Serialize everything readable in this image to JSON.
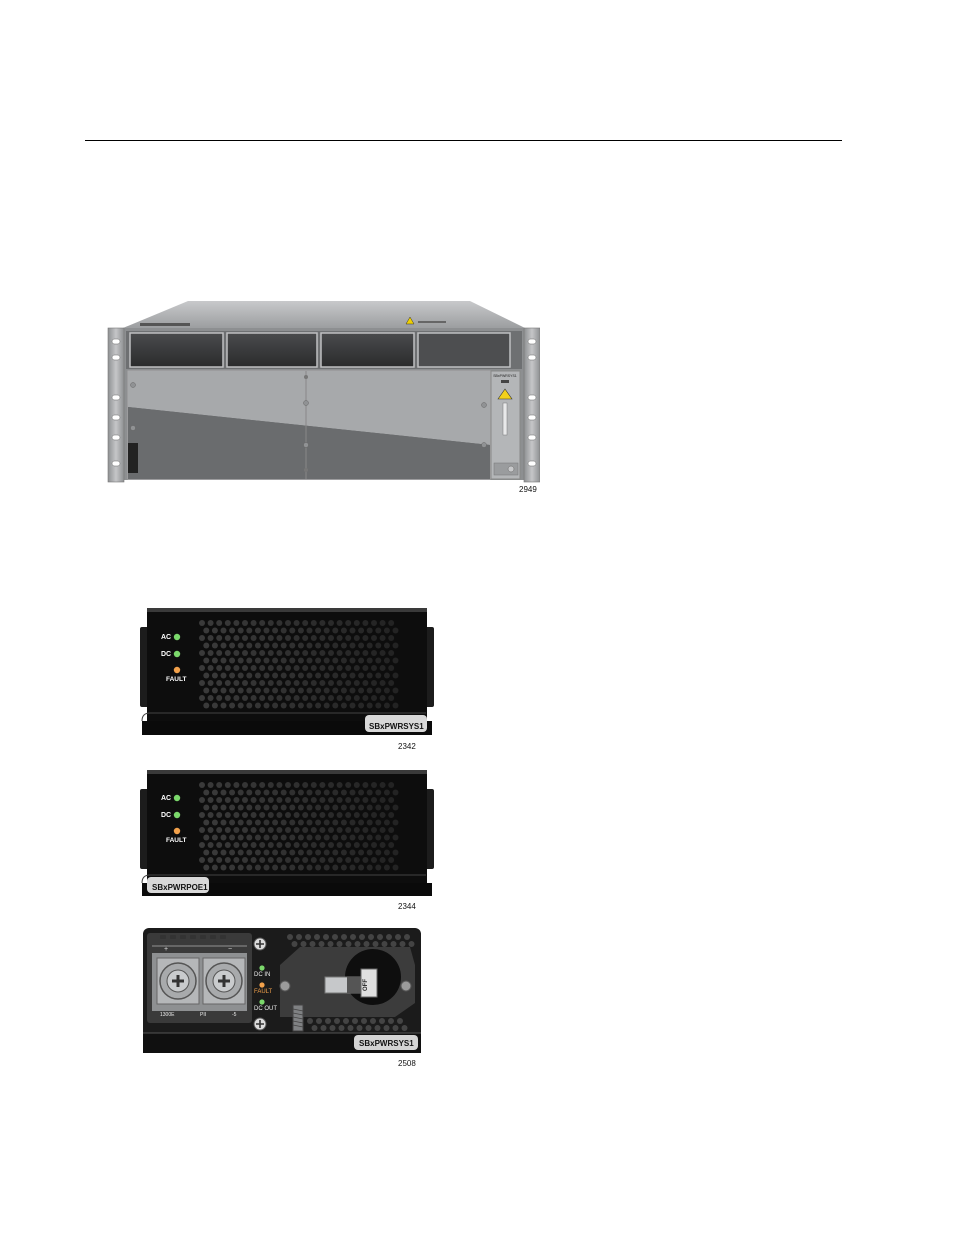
{
  "figures": [
    {
      "id": "chassis",
      "figure_number": "2949",
      "panel_labels": [
        "SBxPWRSYS1"
      ]
    },
    {
      "id": "psu-ac-system",
      "figure_number": "2342",
      "led_labels": [
        "AC",
        "DC",
        "FAULT"
      ],
      "model_label": "SBxPWRSYS1"
    },
    {
      "id": "psu-ac-poe",
      "figure_number": "2344",
      "led_labels": [
        "AC",
        "DC",
        "FAULT"
      ],
      "model_label": "SBxPWRPOE1"
    },
    {
      "id": "psu-dc-system",
      "figure_number": "2508",
      "led_labels": [
        "DC IN",
        "FAULT",
        "DC OUT"
      ],
      "terminal_labels": [
        "+",
        "−",
        "1300E",
        "PII",
        "-5"
      ],
      "switch_label": "OFF",
      "model_label": "SBxPWRSYS1"
    }
  ],
  "colors": {
    "led_green": "#7bd86b",
    "led_orange": "#f2a14b",
    "psu_black": "#0d0d0d",
    "chassis_gray": "#9ea0a2"
  }
}
